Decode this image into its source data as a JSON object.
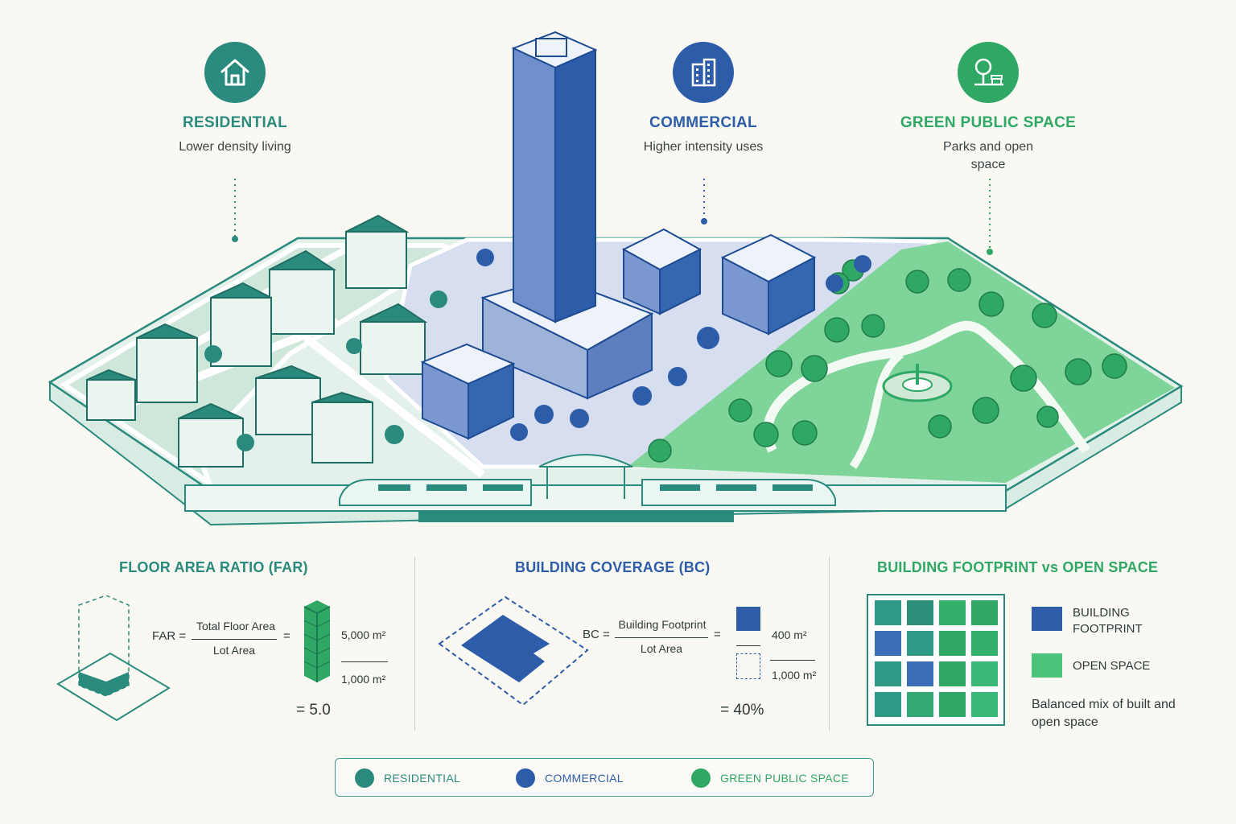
{
  "zones": {
    "residential": {
      "title": "RESIDENTIAL",
      "desc": "Lower density living",
      "color": "#2a8a7d",
      "icon": "house-icon"
    },
    "commercial": {
      "title": "COMMERCIAL",
      "desc": "Higher intensity uses",
      "color": "#2d5da8",
      "icon": "office-building-icon"
    },
    "green": {
      "title": "GREEN PUBLIC SPACE",
      "desc": "Parks and open space",
      "color": "#2fa865",
      "icon": "tree-bench-icon"
    }
  },
  "far": {
    "title": "FLOOR AREA RATIO (FAR)",
    "lhs": "FAR =",
    "numerator": "Total Floor Area",
    "denominator": "Lot Area",
    "eq": "=",
    "value_num": "5,000 m²",
    "value_den": "1,000 m²",
    "result": "= 5.0"
  },
  "bc": {
    "title": "BUILDING COVERAGE (BC)",
    "lhs": "BC =",
    "numerator": "Building Footprint",
    "denominator": "Lot Area",
    "eq": "=",
    "value_num": "400 m²",
    "value_den": "1,000 m²",
    "result": "= 40%"
  },
  "footprint": {
    "title": "BUILDING FOOTPRINT vs OPEN SPACE",
    "legend_building": "BUILDING FOOTPRINT",
    "legend_open": "OPEN SPACE",
    "note": "Balanced mix of built and open space"
  },
  "legend": {
    "residential": "RESIDENTIAL",
    "commercial": "COMMERCIAL",
    "green": "GREEN PUBLIC SPACE"
  }
}
